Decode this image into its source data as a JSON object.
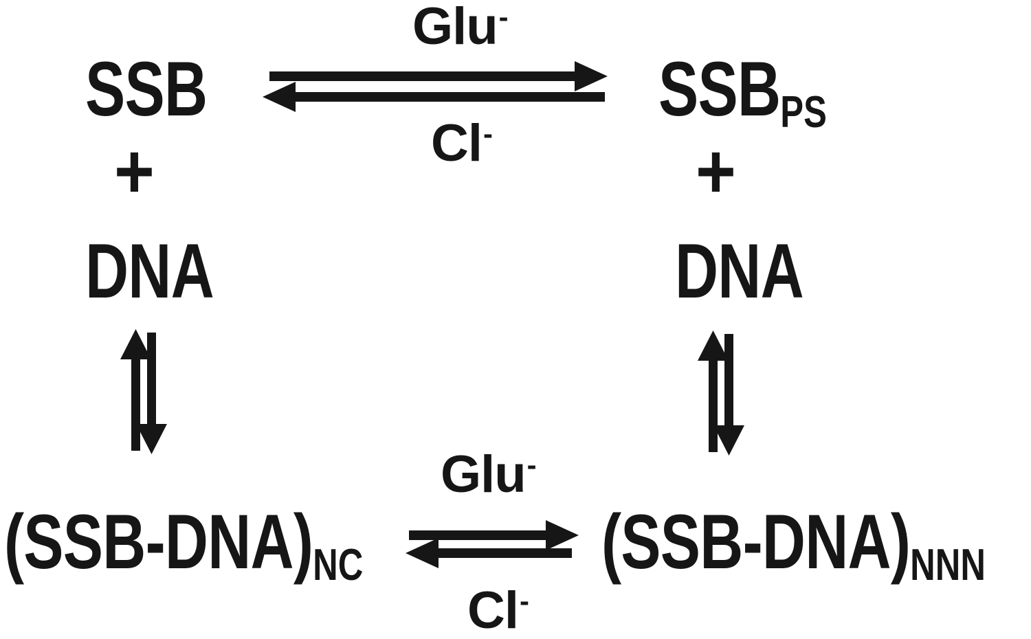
{
  "colors": {
    "background": "#ffffff",
    "ink": "#161616"
  },
  "top_reaction": {
    "reactant": {
      "name": "SSB",
      "plus": "+",
      "partner": "DNA"
    },
    "product": {
      "name": "SSB",
      "subscript": "PS",
      "plus": "+",
      "partner": "DNA"
    },
    "forward_condition": {
      "base": "Glu",
      "charge": "-"
    },
    "reverse_condition": {
      "base": "Cl",
      "charge": "-"
    }
  },
  "bottom_reaction": {
    "reactant": {
      "base": "(SSB-DNA)",
      "subscript": "NC"
    },
    "product": {
      "base": "(SSB-DNA)",
      "subscript": "NNN"
    },
    "forward_condition": {
      "base": "Glu",
      "charge": "-"
    },
    "reverse_condition": {
      "base": "Cl",
      "charge": "-"
    }
  }
}
